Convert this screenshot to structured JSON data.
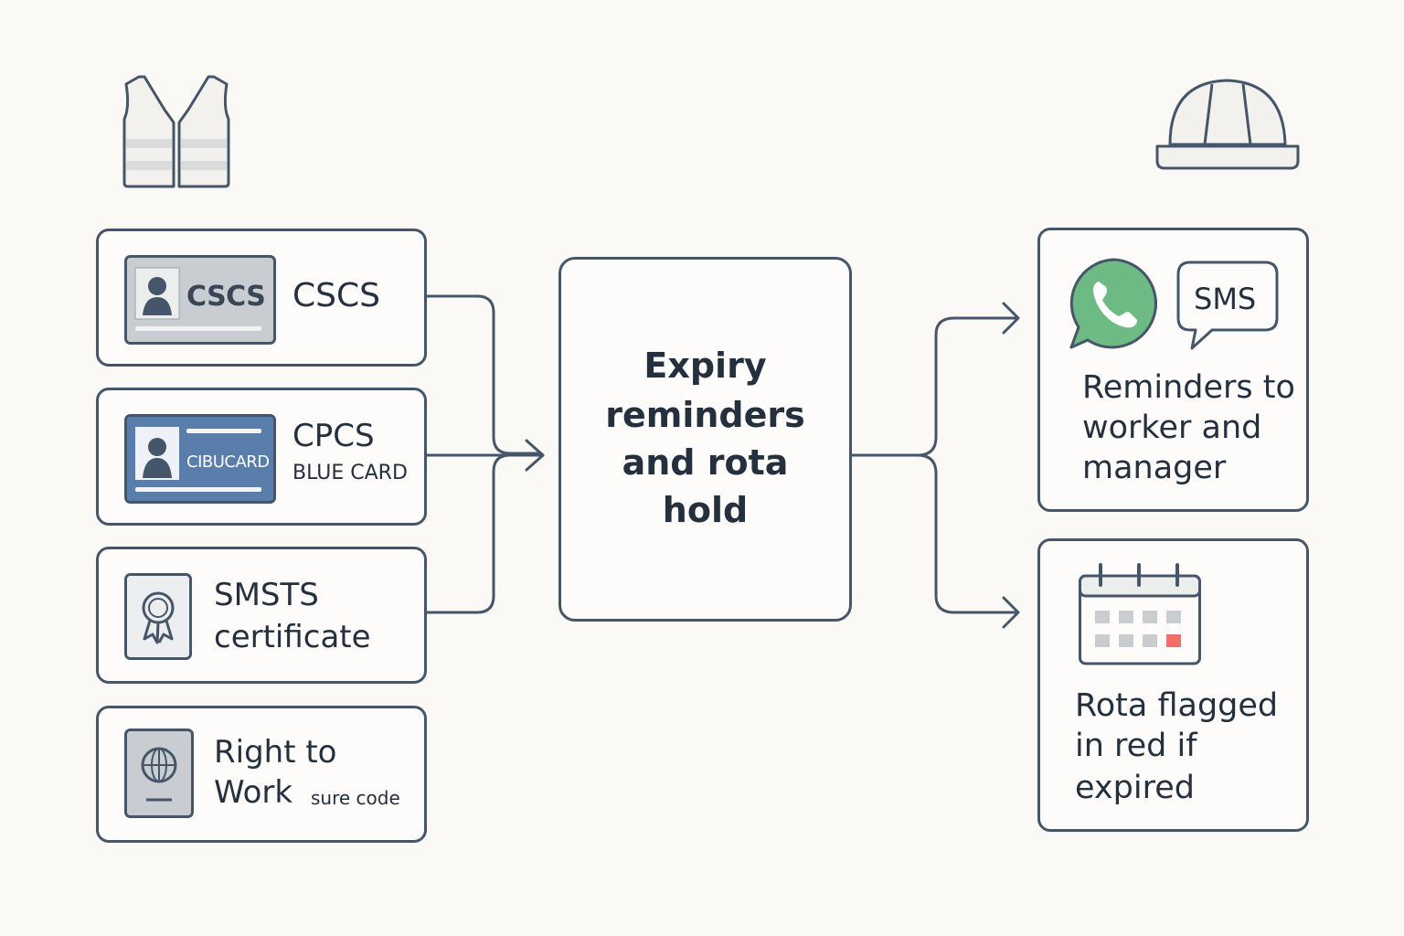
{
  "inputs": {
    "cscs": {
      "badge": "CSCS",
      "label": "CSCS"
    },
    "cpcs": {
      "badge": "CIBUCARD",
      "label_line1": "CPCS",
      "label_line2": "BLUE CARD"
    },
    "smsts": {
      "label_line1": "SMSTS",
      "label_line2": "certificate"
    },
    "rtw": {
      "label_line1": "Right to",
      "label_line2": "Work",
      "label_suffix": "sure code"
    }
  },
  "process": {
    "line1": "Expiry",
    "line2": "reminders",
    "line3": "and rota",
    "line4": "hold"
  },
  "outputs": {
    "reminders": {
      "sms_label": "SMS",
      "line1": "Reminders to",
      "line2": "worker and",
      "line3": "manager"
    },
    "rota": {
      "line1": "Rota flagged",
      "line2": "in red if",
      "line3": "expired"
    }
  },
  "colors": {
    "stroke": "#46566a",
    "whatsapp_green": "#6dba84",
    "cpcs_blue": "#5a7eab",
    "flag_red": "#f07068",
    "cscs_grey": "#c9ccd0"
  },
  "icons": {
    "top_left": "hi-vis-vest-icon",
    "top_right": "hard-hat-icon"
  }
}
